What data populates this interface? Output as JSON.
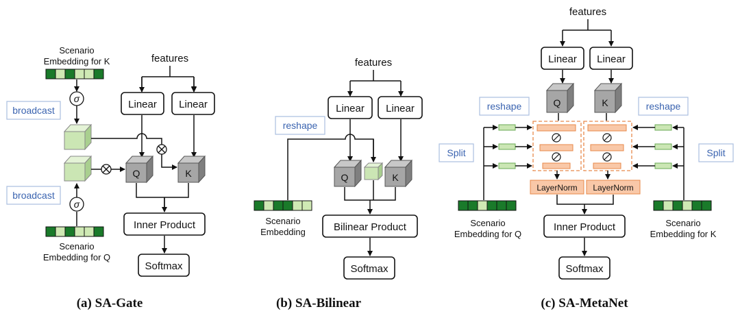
{
  "panel_a": {
    "caption": "(a) SA-Gate",
    "features": "features",
    "linear_left": "Linear",
    "linear_right": "Linear",
    "scenario_k_line1": "Scenario",
    "scenario_k_line2": "Embedding for K",
    "scenario_q_line1": "Scenario",
    "scenario_q_line2": "Embedding for Q",
    "broadcast_top": "broadcast",
    "broadcast_bottom": "broadcast",
    "sigma": "σ",
    "q": "Q",
    "k": "K",
    "inner_product": "Inner Product",
    "softmax": "Softmax"
  },
  "panel_b": {
    "caption": "(b) SA-Bilinear",
    "features": "features",
    "linear_left": "Linear",
    "linear_right": "Linear",
    "reshape": "reshape",
    "q": "Q",
    "k": "K",
    "bilinear_product": "Bilinear Product",
    "softmax": "Softmax",
    "scenario_line1": "Scenario",
    "scenario_line2": "Embedding"
  },
  "panel_c": {
    "caption": "(c) SA-MetaNet",
    "features": "features",
    "linear_left": "Linear",
    "linear_right": "Linear",
    "reshape_left": "reshape",
    "reshape_right": "reshape",
    "split_left": "Split",
    "split_right": "Split",
    "q": "Q",
    "k": "K",
    "layernorm_left": "LayerNorm",
    "layernorm_right": "LayerNorm",
    "inner_product": "Inner Product",
    "softmax": "Softmax",
    "scenario_q_line1": "Scenario",
    "scenario_q_line2": "Embedding for Q",
    "scenario_k_line1": "Scenario",
    "scenario_k_line2": "Embedding for K"
  },
  "colors": {
    "embed_dark": "#1a7a2a",
    "embed_light": "#cfe9b4",
    "cube_gray": "#a6a6a6",
    "cube_green": "#cbe6b4",
    "orange_fill": "#f9c8a8",
    "orange_stroke": "#e8894a",
    "label_blue": "#3b64b0"
  }
}
